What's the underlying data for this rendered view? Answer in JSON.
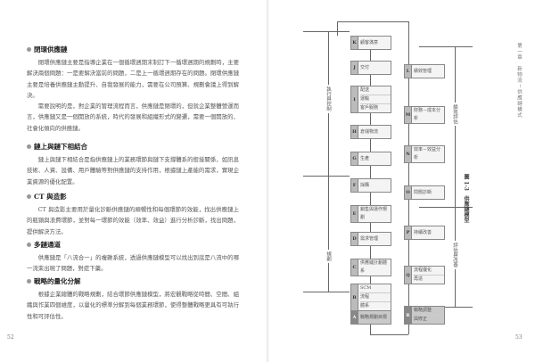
{
  "left_page": {
    "page_number": "52",
    "sections": [
      {
        "heading": "閉環供應鏈",
        "paragraphs": [
          "閉環供應鏈主要是指導企業在一個循環週期末制訂下一循環週期的規劃時，主要解決兩個問題：一是要解決當前的問題，二是上一循環週期存在的問題。閉環供應鏈主要是培養供應鏈主動提升、自我發展的能力，需要在公司預算、規劃會議上得到解決。",
          "需要說明的是，對企業的管理流程而言，供應鏈是閉環的，但就企業整體營運而言，供應鏈又是一個開放的系統，時代的發展和組織形式的變遷，需要一個開放的、社會化傾向的供應鏈。"
        ]
      },
      {
        "heading": "鏈上與鏈下相結合",
        "paragraphs": [
          "鏈上與鏈下相結合是指供應鏈上的業務環節與鏈下支撐體系的銜接關係，如訊息技術、人資、設備、用戶體驗等對供應鏈的支持作用，根據鏈上產能的需求，實現企業資源的優化配置。"
        ]
      },
      {
        "heading": "CT 與造影",
        "paragraphs": [
          "CT 與造影主要用於量化診斷供應鏈的順暢性和每個環節的效能，找出供應鏈上的瓶頸與浪費環節，並對每一環節的效能（效率、效益）進行分析診斷，找出問題，提供解決方法。"
        ]
      },
      {
        "heading": "多鏈通道",
        "paragraphs": [
          "供應鏈是「八流合一」的複雜系統，透過供應鏈模型可以找出到底是八流中的哪一流束出現了問題，對症下藥。"
        ]
      },
      {
        "heading": "戰略的量化分解",
        "paragraphs": [
          "根據企業總體的戰略規劃，結合環節供應鏈模型，將宏觀戰略從時間、空間、組織與作業四個維度，以量化的標準分解到每個業務環節，使得整體戰略更具有可執行性和可評估性。"
        ]
      }
    ]
  },
  "right_page": {
    "page_number": "53",
    "running_head": "第一章　新物流－供應鏈模式",
    "figure_caption": "圖 1-3　供應鏈模型",
    "left_column": [
      {
        "letter": "A",
        "lines": [
          "戰略規劃目標"
        ],
        "dark": true
      },
      {
        "letter": "B",
        "lines": [
          "SCM",
          "流程",
          "體系"
        ]
      },
      {
        "letter": "C",
        "lines": [
          "供應鏈計劃體系"
        ]
      },
      {
        "letter": "D",
        "lines": [
          "需求管理"
        ]
      },
      {
        "letter": "E",
        "lines": [
          "銷售與運作規劃"
        ]
      },
      {
        "letter": "F",
        "lines": [
          "採購"
        ]
      },
      {
        "letter": "G",
        "lines": [
          "生產"
        ]
      },
      {
        "letter": "H",
        "lines": [
          "倉儲物流"
        ]
      },
      {
        "letter": "I",
        "lines": [
          "配送",
          "運輸",
          "客戶服務"
        ]
      },
      {
        "letter": "J",
        "lines": [
          "交付"
        ]
      },
      {
        "letter": "K",
        "lines": [
          "顧客滿意"
        ]
      }
    ],
    "right_column": [
      {
        "letter": "L",
        "lines": [
          "績效管理"
        ]
      },
      {
        "letter": "M",
        "lines": [
          "財務－成本分析"
        ]
      },
      {
        "letter": "N",
        "lines": [
          "效率－效益分析"
        ]
      },
      {
        "letter": "O",
        "lines": [
          "問題診斷"
        ]
      },
      {
        "letter": "P",
        "lines": [
          "持續改善"
        ]
      },
      {
        "letter": "Q",
        "lines": [
          "流程優化",
          "再造"
        ]
      },
      {
        "letter": "R",
        "lines": [
          "戰略調整",
          "與修正"
        ],
        "dark": true
      }
    ],
    "brackets": {
      "left_upper": "執行與控制",
      "left_lower": "規劃",
      "right_upper": "績效評估",
      "right_lower": "評估與改善"
    }
  }
}
